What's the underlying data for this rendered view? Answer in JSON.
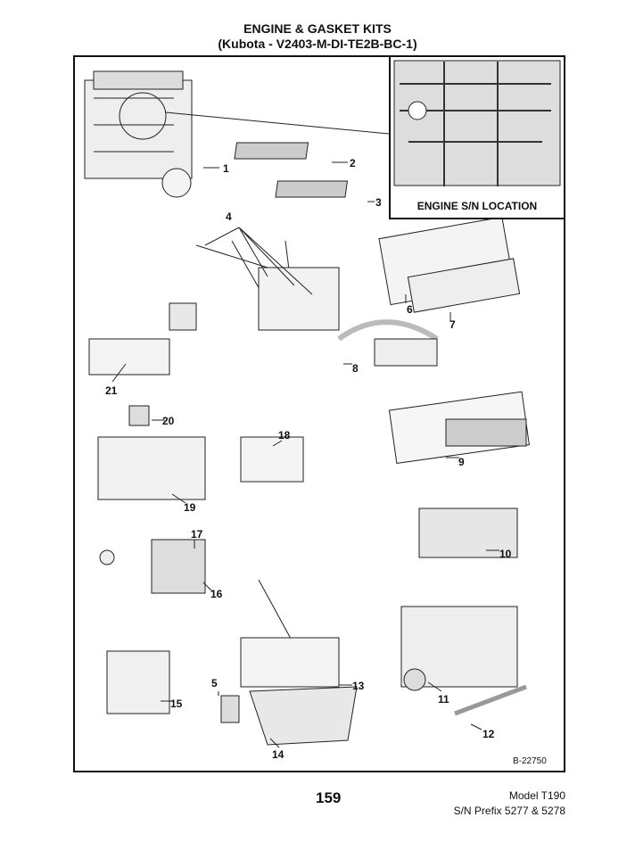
{
  "header": {
    "title": "ENGINE & GASKET KITS",
    "subtitle": "(Kubota - V2403-M-DI-TE2B-BC-1)"
  },
  "inset": {
    "label": "ENGINE S/N LOCATION"
  },
  "callouts": [
    "1",
    "2",
    "3",
    "4",
    "5",
    "6",
    "7",
    "8",
    "9",
    "10",
    "11",
    "12",
    "13",
    "14",
    "15",
    "16",
    "17",
    "18",
    "19",
    "20",
    "21"
  ],
  "figure_number": "B-22750",
  "footer": {
    "page_number": "159",
    "model": "Model T190",
    "sn_prefix": "S/N Prefix 5277 & 5278"
  }
}
